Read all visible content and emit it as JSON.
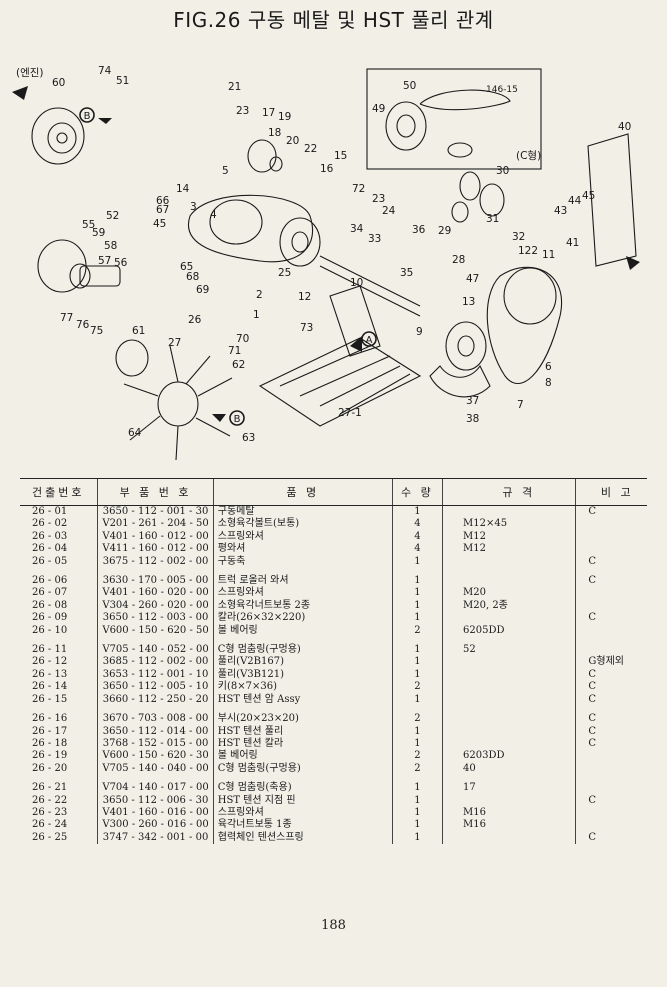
{
  "title": "FIG.26 구동 메탈 및 HST 풀리 관계",
  "diagram": {
    "labels": [
      "(엔진)",
      "60",
      "74",
      "51",
      "52",
      "55",
      "59",
      "58",
      "57",
      "56",
      "77",
      "76",
      "75",
      "61",
      "62",
      "64",
      "63",
      "21",
      "23",
      "18",
      "17",
      "19",
      "20",
      "22",
      "16",
      "15",
      "14",
      "5",
      "66",
      "67",
      "45",
      "3",
      "4",
      "65",
      "68",
      "69",
      "25",
      "2",
      "1",
      "26",
      "27",
      "70",
      "71",
      "72",
      "23",
      "24",
      "34",
      "33",
      "36",
      "35",
      "10",
      "12",
      "73",
      "27-1",
      "50",
      "49",
      "146-15",
      "(C형)",
      "30",
      "29",
      "28",
      "31",
      "32",
      "41",
      "40",
      "43",
      "44",
      "45",
      "122",
      "11",
      "47",
      "13",
      "9",
      "6",
      "8",
      "7",
      "37",
      "38"
    ],
    "marks": [
      "A",
      "B"
    ]
  },
  "table": {
    "headers": [
      "건출번호",
      "부 품 번 호",
      "품 명",
      "수 량",
      "규 격",
      "비 고"
    ],
    "groups": [
      [
        {
          "no": "26 - 01",
          "part": "3650 - 112 - 001 - 30",
          "name": "구동메탈",
          "qty": "1",
          "spec": "",
          "note": "C"
        },
        {
          "no": "26 - 02",
          "part": "V201 - 261 - 204 - 50",
          "name": "소형육각볼트(보통)",
          "qty": "4",
          "spec": "M12×45",
          "note": ""
        },
        {
          "no": "26 - 03",
          "part": "V401 - 160 - 012 - 00",
          "name": "스프링와셔",
          "qty": "4",
          "spec": "M12",
          "note": ""
        },
        {
          "no": "26 - 04",
          "part": "V411 - 160 - 012 - 00",
          "name": "평와셔",
          "qty": "4",
          "spec": "M12",
          "note": ""
        },
        {
          "no": "26 - 05",
          "part": "3675 - 112 - 002 - 00",
          "name": "구동축",
          "qty": "1",
          "spec": "",
          "note": "C"
        }
      ],
      [
        {
          "no": "26 - 06",
          "part": "3630 - 170 - 005 - 00",
          "name": "트럭 로올러 와셔",
          "qty": "1",
          "spec": "",
          "note": "C"
        },
        {
          "no": "26 - 07",
          "part": "V401 - 160 - 020 - 00",
          "name": "스프링와셔",
          "qty": "1",
          "spec": "M20",
          "note": ""
        },
        {
          "no": "26 - 08",
          "part": "V304 - 260 - 020 - 00",
          "name": "소형육각너트보통 2종",
          "qty": "1",
          "spec": "M20, 2종",
          "note": ""
        },
        {
          "no": "26 - 09",
          "part": "3650 - 112 - 003 - 00",
          "name": "칼라(26×32×220)",
          "qty": "1",
          "spec": "",
          "note": "C"
        },
        {
          "no": "26 - 10",
          "part": "V600 - 150 - 620 - 50",
          "name": "볼 베어링",
          "qty": "2",
          "spec": "6205DD",
          "note": ""
        }
      ],
      [
        {
          "no": "26 - 11",
          "part": "V705 - 140 - 052 - 00",
          "name": "C형 멈춤링(구멍용)",
          "qty": "1",
          "spec": "52",
          "note": ""
        },
        {
          "no": "26 - 12",
          "part": "3685 - 112 - 002 - 00",
          "name": "풀리(V2B167)",
          "qty": "1",
          "spec": "",
          "note": "G형제외"
        },
        {
          "no": "26 - 13",
          "part": "3653 - 112 - 001 - 10",
          "name": "풀리(V3B121)",
          "qty": "1",
          "spec": "",
          "note": "C"
        },
        {
          "no": "26 - 14",
          "part": "3650 - 112 - 005 - 10",
          "name": "키(8×7×36)",
          "qty": "2",
          "spec": "",
          "note": "C"
        },
        {
          "no": "26 - 15",
          "part": "3660 - 112 - 250 - 20",
          "name": "HST 텐션 암 Assy",
          "qty": "1",
          "spec": "",
          "note": "C"
        }
      ],
      [
        {
          "no": "26 - 16",
          "part": "3670 - 703 - 008 - 00",
          "name": "부시(20×23×20)",
          "qty": "2",
          "spec": "",
          "note": "C"
        },
        {
          "no": "26 - 17",
          "part": "3650 - 112 - 014 - 00",
          "name": "HST 텐션 풀리",
          "qty": "1",
          "spec": "",
          "note": "C"
        },
        {
          "no": "26 - 18",
          "part": "3768 - 152 - 015 - 00",
          "name": "HST 텐션 칼라",
          "qty": "1",
          "spec": "",
          "note": "C"
        },
        {
          "no": "26 - 19",
          "part": "V600 - 150 - 620 - 30",
          "name": "볼 베어링",
          "qty": "2",
          "spec": "6203DD",
          "note": ""
        },
        {
          "no": "26 - 20",
          "part": "V705 - 140 - 040 - 00",
          "name": "C형 멈춤링(구멍용)",
          "qty": "2",
          "spec": "40",
          "note": ""
        }
      ],
      [
        {
          "no": "26 - 21",
          "part": "V704 - 140 - 017 - 00",
          "name": "C형 멈춤링(축용)",
          "qty": "1",
          "spec": "17",
          "note": ""
        },
        {
          "no": "26 - 22",
          "part": "3650 - 112 - 006 - 30",
          "name": "HST 텐션 지점 핀",
          "qty": "1",
          "spec": "",
          "note": "C"
        },
        {
          "no": "26 - 23",
          "part": "V401 - 160 - 016 - 00",
          "name": "스프링와셔",
          "qty": "1",
          "spec": "M16",
          "note": ""
        },
        {
          "no": "26 - 24",
          "part": "V300 - 260 - 016 - 00",
          "name": "육각너트보통 1종",
          "qty": "1",
          "spec": "M16",
          "note": ""
        },
        {
          "no": "26 - 25",
          "part": "3747 - 342 - 001 - 00",
          "name": "협력체인 텐션스프링",
          "qty": "1",
          "spec": "",
          "note": "C"
        }
      ]
    ]
  },
  "page_number": "188"
}
